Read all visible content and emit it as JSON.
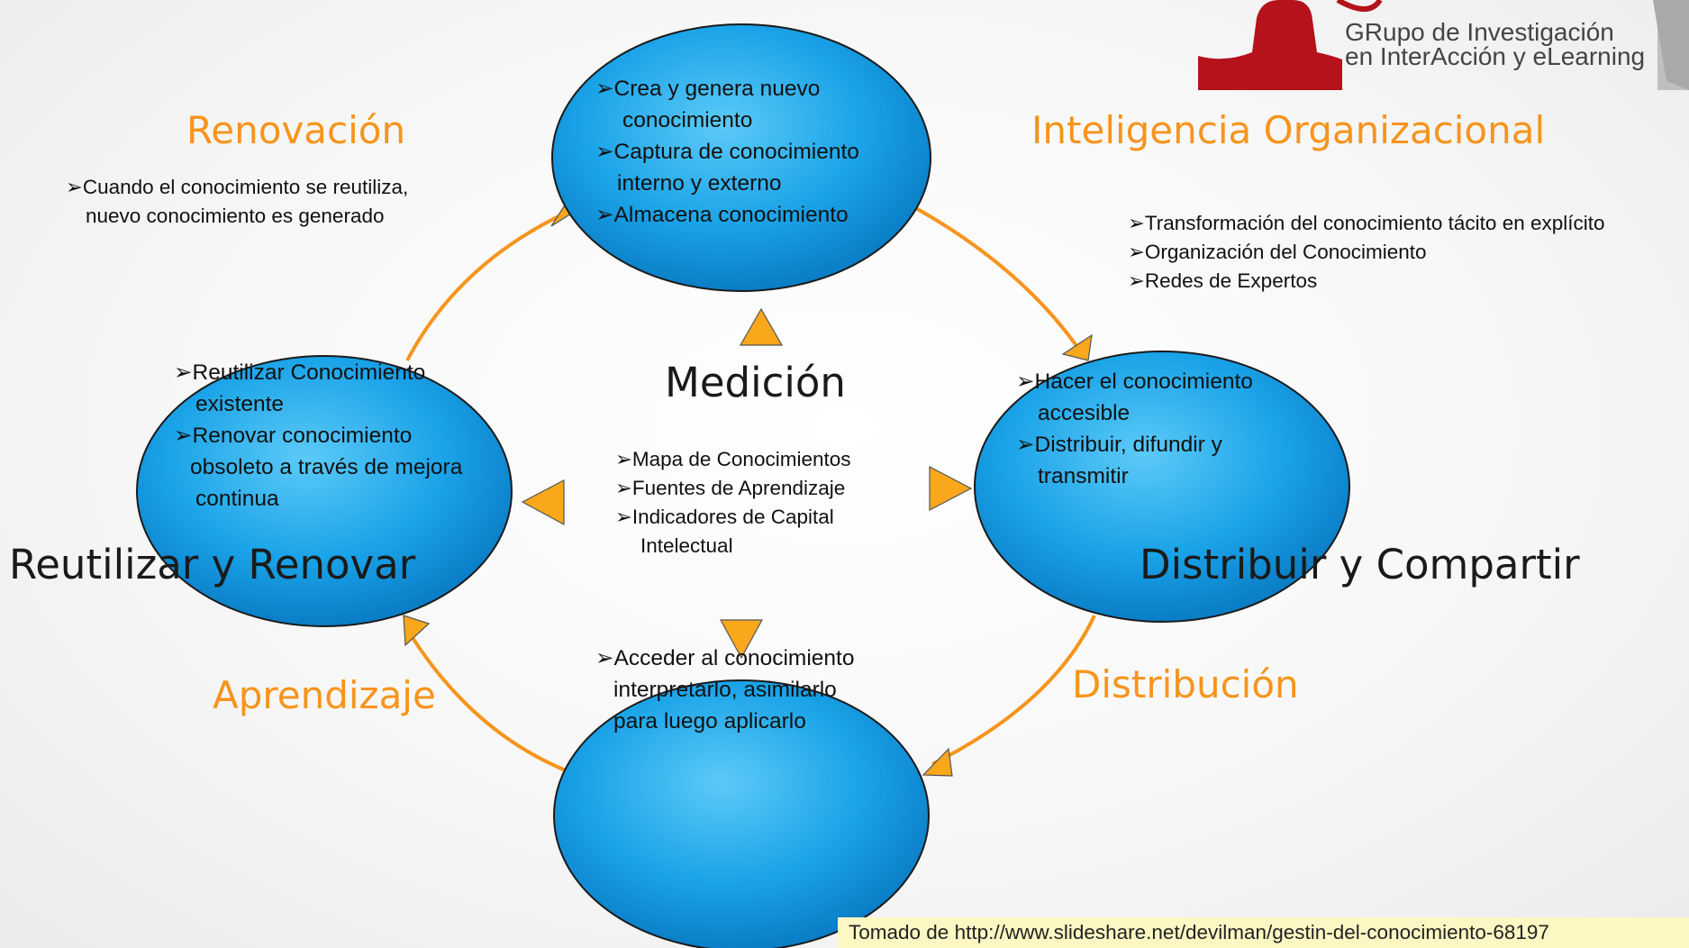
{
  "colors": {
    "accent": "#f7941d",
    "ellipse": "#1aa3e8",
    "logo_red": "#b5121b"
  },
  "logo": {
    "line1": "GRupo de Investigación",
    "line2": "en InterAcción y eLearning"
  },
  "top_ellipse": [
    "➢Crea y genera nuevo",
    "conocimiento",
    "➢Captura de conocimiento",
    "interno y externo",
    "➢Almacena  conocimiento"
  ],
  "left_ellipse": [
    "➢Reutilizar Conocimiento",
    "existente",
    "➢Renovar conocimiento",
    "obsoleto a través de mejora",
    "continua"
  ],
  "right_ellipse": [
    "➢Hacer el conocimiento",
    "accesible",
    "➢Distribuir, difundir y",
    "transmitir"
  ],
  "bottom_ellipse": [
    "➢Acceder al conocimiento",
    "interpretarlo, asimilarlo",
    "para luego aplicarlo"
  ],
  "labels": {
    "renovacion": "Renovación",
    "inteligencia": "Inteligencia Organizacional",
    "aprendizaje": "Aprendizaje",
    "distribucion": "Distribución",
    "reutilizar": "Reutilizar y Renovar",
    "distribuir": "Distribuir y Compartir",
    "medicion": "Medición"
  },
  "renovacion_note": [
    "➢Cuando el conocimiento se reutiliza,",
    "nuevo conocimiento es generado"
  ],
  "inteligencia_notes": [
    "➢Transformación del conocimiento tácito en explícito",
    "➢Organización del Conocimiento",
    "➢Redes de Expertos"
  ],
  "medicion_notes": [
    "➢Mapa de Conocimientos",
    "➢Fuentes de Aprendizaje",
    "➢Indicadores de Capital",
    "Intelectual"
  ],
  "source": "Tomado de http://www.slideshare.net/devilman/gestin-del-conocimiento-68197"
}
